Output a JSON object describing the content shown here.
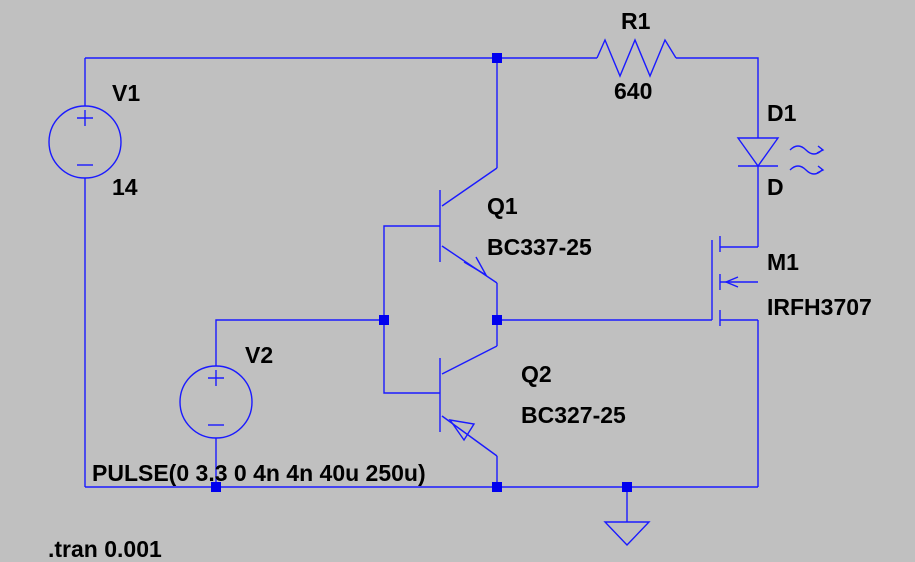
{
  "components": {
    "v1": {
      "ref": "V1",
      "value": "14"
    },
    "r1": {
      "ref": "R1",
      "value": "640"
    },
    "d1": {
      "ref": "D1",
      "value": "D"
    },
    "q1": {
      "ref": "Q1",
      "value": "BC337-25"
    },
    "q2": {
      "ref": "Q2",
      "value": "BC327-25"
    },
    "m1": {
      "ref": "M1",
      "value": "IRFH3707"
    },
    "v2": {
      "ref": "V2",
      "value": "PULSE(0 3.3 0 4n 4n 40u 250u)"
    }
  },
  "directive": ".tran 0.001",
  "colors": {
    "background": "#c0c0c0",
    "wire": "#1a1aff",
    "junction": "#0000ee",
    "text": "#000000"
  },
  "icons": [
    "dc-voltage-source-icon",
    "resistor-icon",
    "led-icon",
    "npn-transistor-icon",
    "pnp-transistor-icon",
    "nmos-transistor-icon",
    "ground-icon"
  ]
}
